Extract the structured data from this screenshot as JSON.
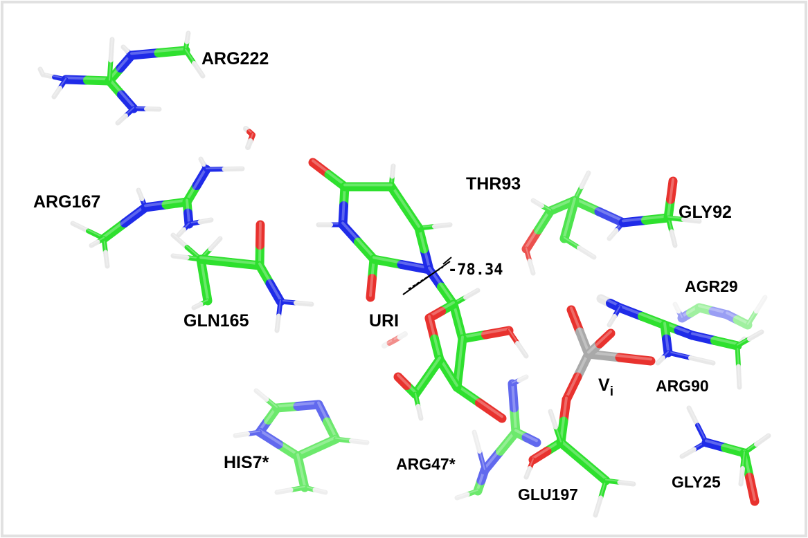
{
  "colors": {
    "carbon": "#2ee02e",
    "nitrogen": "#1f2be8",
    "oxygen": "#e8322e",
    "hydrogen": "#e8e8e8",
    "vanadium": "#a9a9a9",
    "frame": "#e1e1e1",
    "background": "#ffffff"
  },
  "labels": {
    "arg222": "ARG222",
    "arg167": "ARG167",
    "gln165": "GLN165",
    "uri": "URI",
    "thr93": "THR93",
    "gly92": "GLY92",
    "agr29": "AGR29",
    "arg90": "ARG90",
    "vi_main": "V",
    "vi_sub": "i",
    "his7": "HIS7*",
    "arg47": "ARG47*",
    "glu197": "GLU197",
    "gly25": "GLY25"
  },
  "dihedral": {
    "value": "-78.34"
  }
}
